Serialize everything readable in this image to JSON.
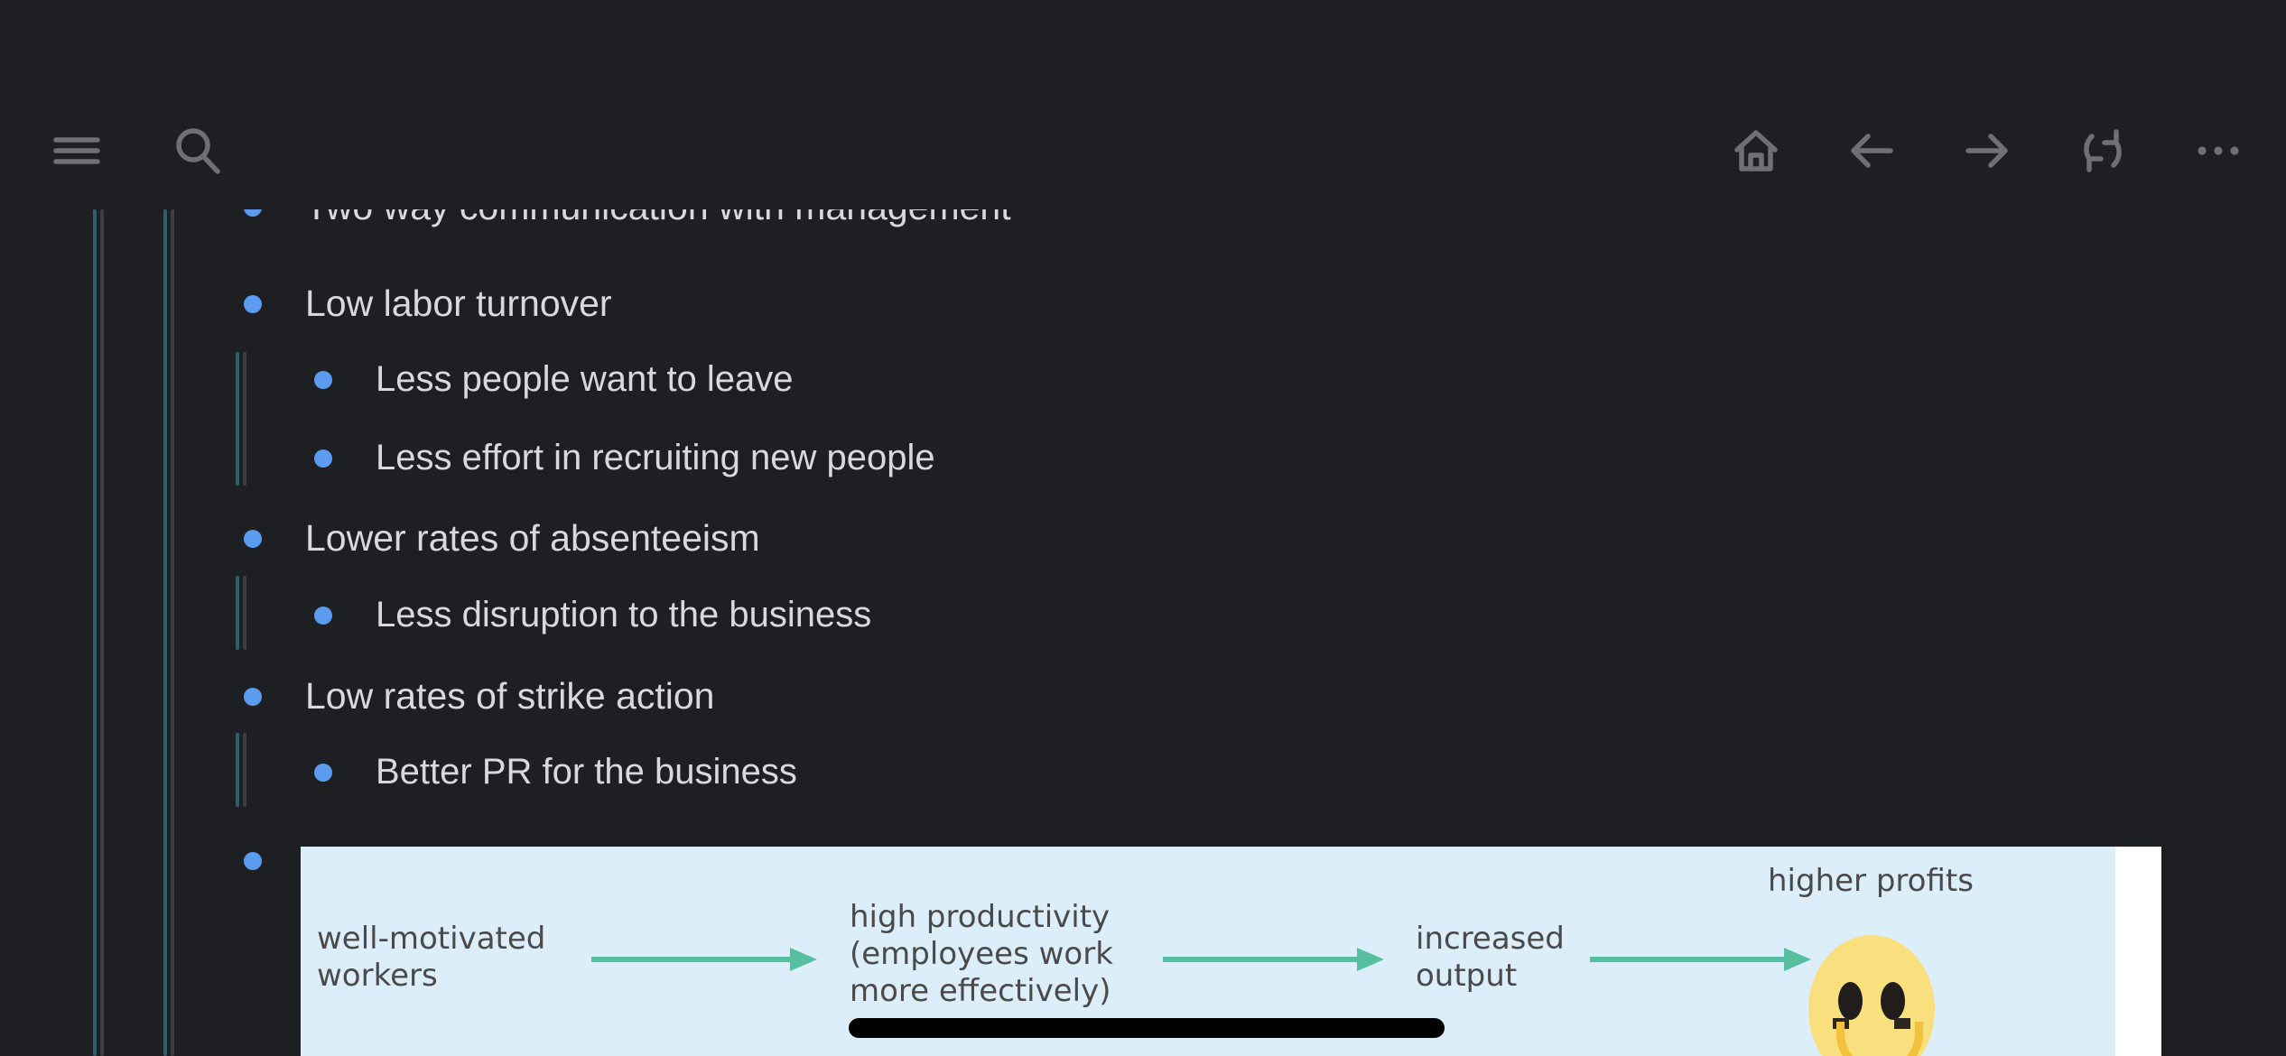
{
  "app": {
    "background_color": "#1e1f22",
    "accent_bullet_color": "#5b9bf0",
    "guide_teal_color": "#2d5f6b",
    "guide_gray_color": "#3c3e42",
    "text_color": "#d8d9dc"
  },
  "toolbar": {
    "left_icons": [
      {
        "name": "menu-icon",
        "label": "Menu"
      },
      {
        "name": "search-icon",
        "label": "Search"
      }
    ],
    "right_icons": [
      {
        "name": "home-icon",
        "label": "Home"
      },
      {
        "name": "back-arrow-icon",
        "label": "Back"
      },
      {
        "name": "forward-arrow-icon",
        "label": "Forward"
      },
      {
        "name": "refresh-icon",
        "label": "Refresh"
      },
      {
        "name": "more-options-icon",
        "label": "More options"
      }
    ]
  },
  "outline": {
    "items": [
      {
        "level": 1,
        "text": "Two way communication with management",
        "clipped": true
      },
      {
        "level": 1,
        "text": "Low labor turnover"
      },
      {
        "level": 2,
        "text": "Less people want to leave"
      },
      {
        "level": 2,
        "text": "Less effort in recruiting new people"
      },
      {
        "level": 1,
        "text": "Lower rates of absenteeism"
      },
      {
        "level": 2,
        "text": "Less disruption to the business"
      },
      {
        "level": 1,
        "text": "Low rates of strike action"
      },
      {
        "level": 2,
        "text": "Better PR for the business"
      },
      {
        "level": 1,
        "text": "",
        "is_image": true
      }
    ]
  },
  "figure": {
    "type": "flow-diagram",
    "background_color": "#ddeefb",
    "arrow_color": "#56bfa0",
    "text_color": "#4a4a4a",
    "nodes": [
      {
        "id": "n1",
        "text": "well-motivated\nworkers"
      },
      {
        "id": "n2",
        "text": "high productivity\n(employees work\nmore effectively)"
      },
      {
        "id": "n3",
        "text": "increased\noutput"
      },
      {
        "id": "n4",
        "text": "higher profits"
      }
    ],
    "edges": [
      {
        "from": "n1",
        "to": "n2"
      },
      {
        "from": "n2",
        "to": "n3"
      },
      {
        "from": "n3",
        "to": "n4"
      }
    ],
    "emoji": {
      "name": "smiley-face",
      "color": "#fadf7f"
    }
  },
  "scrollbar": {
    "orientation": "horizontal",
    "color": "#000000"
  }
}
